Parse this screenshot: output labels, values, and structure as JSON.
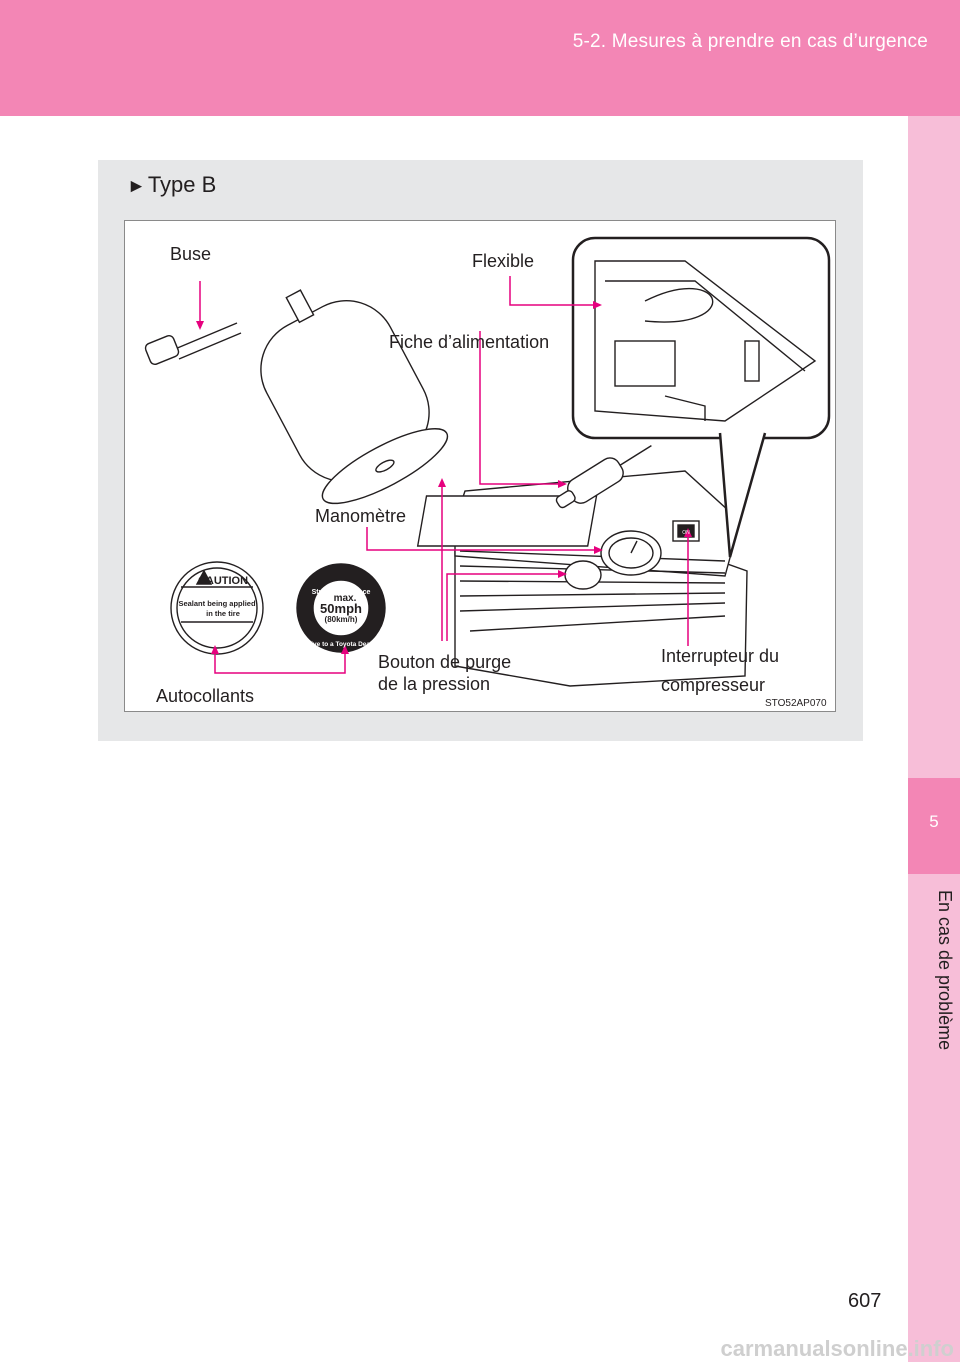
{
  "header": {
    "title": "5-2. Mesures à prendre en cas d’urgence"
  },
  "side_tab": {
    "number": "5",
    "label": "En cas de problème"
  },
  "panel": {
    "title_marker": "►",
    "title": "Type B"
  },
  "figure": {
    "labels": {
      "buse": "Buse",
      "flexible": "Flexible",
      "fiche": "Fiche d’alimentation",
      "manometre": "Manomètre",
      "bouton_line1": "Bouton de purge",
      "bouton_line2": "de la pression",
      "interrupteur_line1": "Interrupteur du",
      "interrupteur_line2": "compresseur",
      "autocollants": "Autocollants"
    },
    "code": "STO52AP070",
    "sticker_caution": {
      "title": "CAUTION",
      "line1": "Sealant being applied",
      "line2": "in the tire"
    },
    "sticker_speed": {
      "top_arc": "Strict observance",
      "max": "max.",
      "speed": "50mph",
      "kmh": "(80km/h)",
      "bottom_arc": "Drive to a Toyota Dealer"
    },
    "switch_text": "ON",
    "leader_color": "#e6007e"
  },
  "page": {
    "number": "607"
  },
  "watermark": {
    "text": "carmanualsonline.info"
  }
}
